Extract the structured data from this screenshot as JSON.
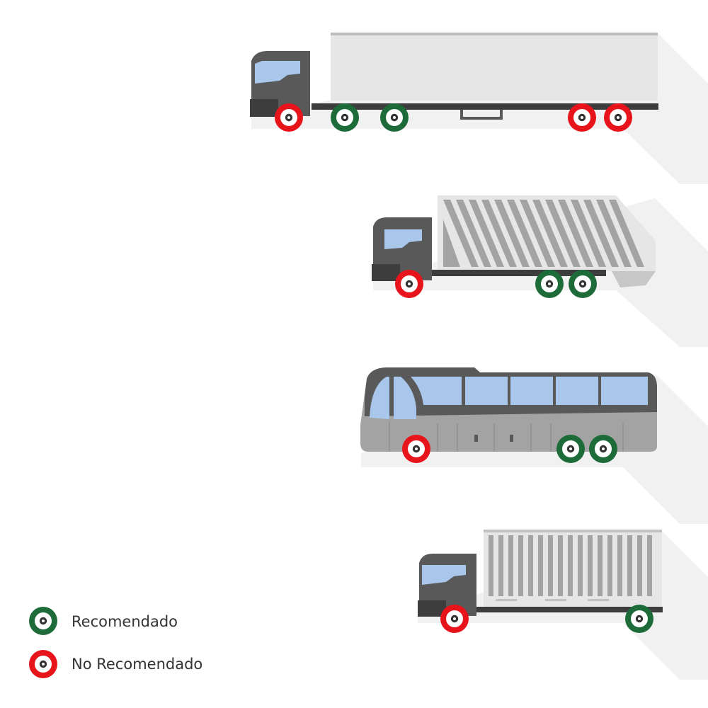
{
  "colors": {
    "recommended": "#1e6b3a",
    "not_recommended": "#e8141b",
    "cab": "#595959",
    "cab_dark": "#3d3d3d",
    "window": "#a9c7ea",
    "trailer": "#e8e8e8",
    "bus_body": "#a3a3a3",
    "shadow": "#f1f1f1"
  },
  "vehicles": [
    {
      "id": "semi-trailer-truck",
      "wheels": [
        {
          "status": "not_recommended"
        },
        {
          "status": "recommended"
        },
        {
          "status": "recommended"
        },
        {
          "status": "not_recommended"
        },
        {
          "status": "not_recommended"
        }
      ]
    },
    {
      "id": "dump-truck",
      "wheels": [
        {
          "status": "not_recommended"
        },
        {
          "status": "recommended"
        },
        {
          "status": "recommended"
        }
      ]
    },
    {
      "id": "coach-bus",
      "wheels": [
        {
          "status": "not_recommended"
        },
        {
          "status": "recommended"
        },
        {
          "status": "recommended"
        }
      ]
    },
    {
      "id": "box-truck",
      "wheels": [
        {
          "status": "not_recommended"
        },
        {
          "status": "recommended"
        }
      ]
    }
  ],
  "legend": {
    "recommended_label": "Recomendado",
    "not_recommended_label": "No Recomendado"
  }
}
